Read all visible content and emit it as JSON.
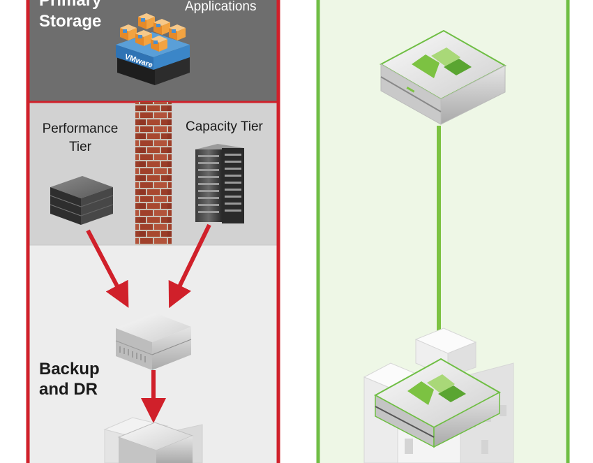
{
  "left_panel": {
    "primary_storage_title": [
      "Primary",
      "Storage"
    ],
    "applications_label": "Applications",
    "vmware_label": "VMware",
    "performance_tier_label": [
      "Performance",
      "Tier"
    ],
    "capacity_tier_label": "Capacity Tier",
    "backup_dr_label": [
      "Backup",
      "and DR"
    ]
  },
  "colors": {
    "red_border": "#d0202a",
    "dark_gray": "#6e6e6e",
    "mid_gray": "#cfcfcf",
    "light_gray": "#ececec",
    "green_border": "#6fbe44",
    "green_fill": "#eef7e6",
    "green_logo": "#7cc242",
    "vmware_blue": "#3b86c8",
    "vm_orange": "#f2a341"
  }
}
